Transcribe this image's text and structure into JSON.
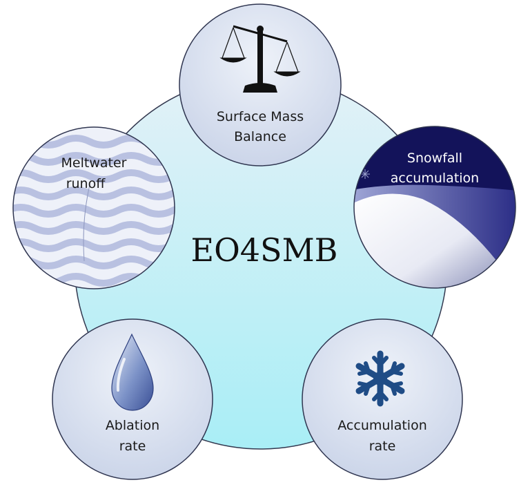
{
  "center": {
    "title": "EO4SMB"
  },
  "nodes": [
    {
      "id": "surface-mass-balance",
      "icon": "balance-scale-icon",
      "lines": [
        "Surface Mass",
        "Balance"
      ]
    },
    {
      "id": "snowfall-accumulation",
      "icon": "snow-slope-icon",
      "lines": [
        "Snowfall",
        "accumulation"
      ]
    },
    {
      "id": "accumulation-rate",
      "icon": "snowflake-icon",
      "lines": [
        "Accumulation",
        "rate"
      ]
    },
    {
      "id": "ablation-rate",
      "icon": "water-drop-icon",
      "lines": [
        "Ablation",
        "rate"
      ]
    },
    {
      "id": "meltwater-runoff",
      "icon": "water-waves-icon",
      "lines": [
        "Meltwater",
        "runoff"
      ]
    }
  ],
  "colors": {
    "center_fill_top": "#dff2f8",
    "center_fill_bottom": "#aef0f7",
    "node_fill": "#dde4f1",
    "node_stroke": "#2f3550",
    "navy": "#13135a",
    "icon_blue": "#1f4c86"
  }
}
